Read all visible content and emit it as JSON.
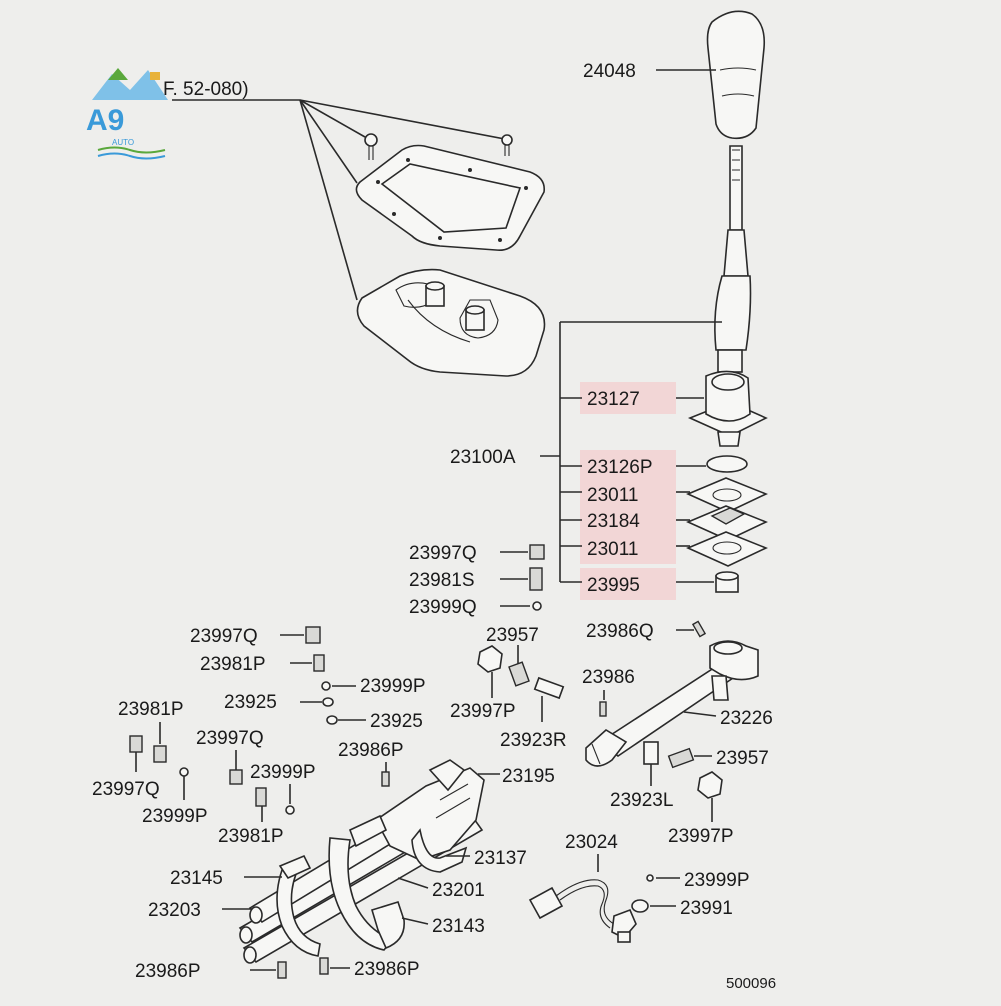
{
  "ref_note": "F. 52-080)",
  "diagram_code": "500096",
  "watermark": {
    "text": "A9",
    "subtext": "AUTO"
  },
  "highlight_color": "#f2d6d6",
  "labels": {
    "l24048": "24048",
    "l23127": "23127",
    "l23100A": "23100A",
    "l23126P": "23126P",
    "l23011a": "23011",
    "l23184": "23184",
    "l23011b": "23011",
    "l23995": "23995",
    "l23997Q_a": "23997Q",
    "l23981S": "23981S",
    "l23999Q": "23999Q",
    "l23997Q_b": "23997Q",
    "l23957_a": "23957",
    "l23986Q": "23986Q",
    "l23981P_a": "23981P",
    "l23999P_a": "23999P",
    "l23986": "23986",
    "l23925_a": "23925",
    "l23997P_a": "23997P",
    "l23226": "23226",
    "l23981P_b": "23981P",
    "l23925_b": "23925",
    "l23997Q_c": "23997Q",
    "l23923R": "23923R",
    "l23986P_a": "23986P",
    "l23957_b": "23957",
    "l23997Q_d": "23997Q",
    "l23999P_b": "23999P",
    "l23195": "23195",
    "l23999P_c": "23999P",
    "l23923L": "23923L",
    "l23981P_c": "23981P",
    "l23997P_b": "23997P",
    "l23024": "23024",
    "l23137": "23137",
    "l23145": "23145",
    "l23201": "23201",
    "l23999P_d": "23999P",
    "l23203": "23203",
    "l23991": "23991",
    "l23143": "23143",
    "l23986P_b": "23986P",
    "l23986P_c": "23986P"
  }
}
